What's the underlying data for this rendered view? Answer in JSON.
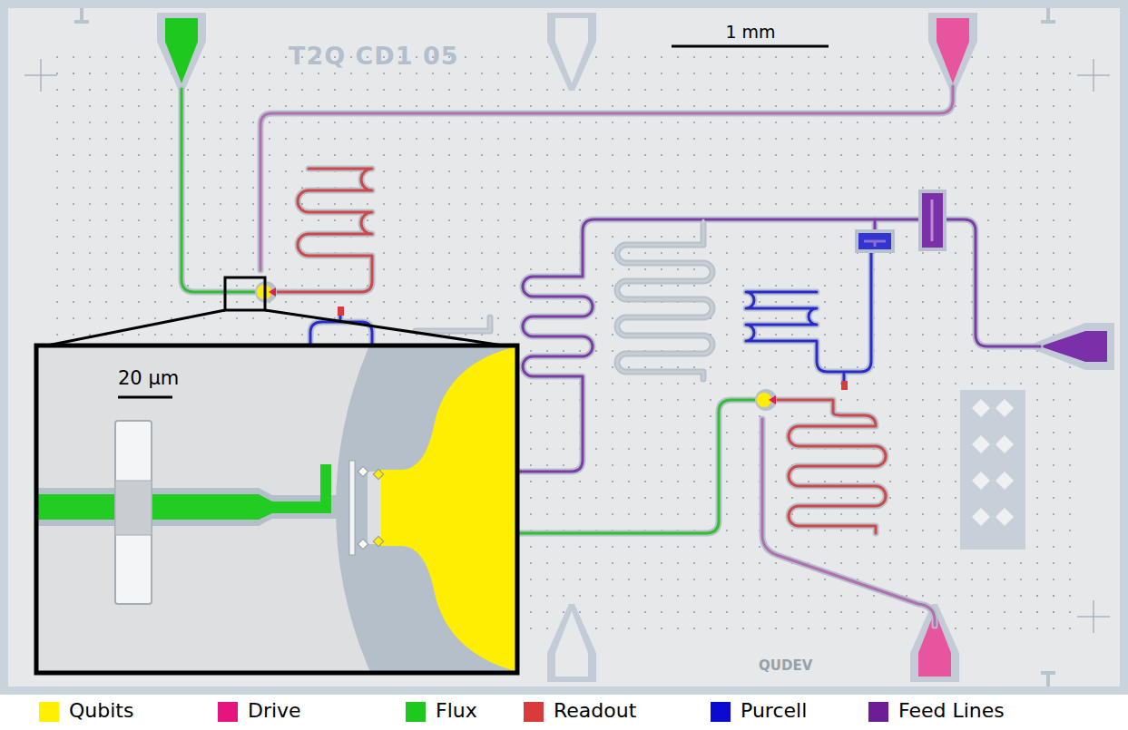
{
  "diagram": {
    "labels": [
      "T2Q CD1 05",
      "1 mm",
      "20 μm",
      "QUDEV"
    ],
    "legend": [
      {
        "text": "Qubits",
        "color": "#ffee00"
      },
      {
        "text": "Drive",
        "color": "#e5147f"
      },
      {
        "text": "Flux",
        "color": "#1ec81e"
      },
      {
        "text": "Readout",
        "color": "#d93a3a"
      },
      {
        "text": "Purcell",
        "color": "#0a0ad0"
      },
      {
        "text": "Feed Lines",
        "color": "#6d1d95"
      }
    ]
  }
}
